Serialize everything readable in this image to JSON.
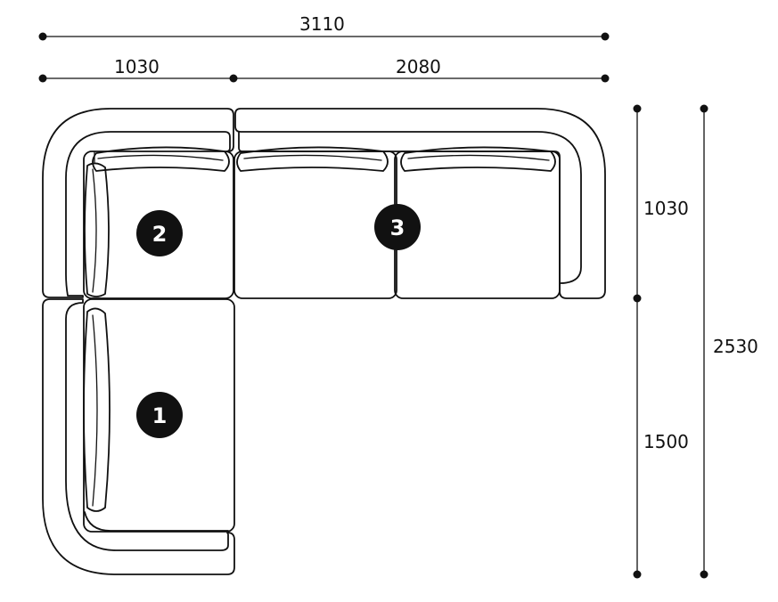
{
  "dimensions": {
    "overall_width": "3110",
    "left_width": "1030",
    "right_width": "2080",
    "right_upper": "1030",
    "right_lower": "1500",
    "overall_depth": "2530"
  },
  "modules": [
    {
      "id": "module-1",
      "number": "1"
    },
    {
      "id": "module-2",
      "number": "2"
    },
    {
      "id": "module-3",
      "number": "3"
    }
  ],
  "colors": {
    "line": "#111111",
    "badge": "#111111",
    "background": "#ffffff"
  }
}
